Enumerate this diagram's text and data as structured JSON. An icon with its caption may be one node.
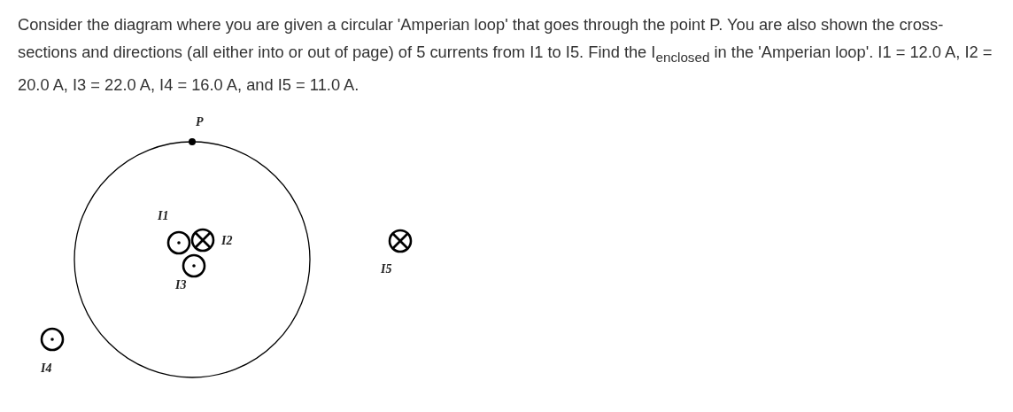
{
  "diagram": {
    "title": "Consider the diagram where you are given a circular 'Amperian loop' that goes through the point P. You are also shown the cross-sections and directions (all either into or out of page) of 5 currents from I1 to I5. Find the I$_{enclosed}$ in the 'Amperian loop'. I1 = 12.0 A, I2 = 20.0 A, I3 = 22.0 A, I4 = 16.0 A, and I5 = 11.0 A.",
    "nodes": [
      {
        "text": [],
        "shape": "circle"
      },
      {
        "text": [],
        "shape": "point",
        "beside": [
          "P"
        ]
      },
      {
        "text": [],
        "shape": "circle-dot",
        "beside": [
          "I1"
        ],
        "in": 0
      },
      {
        "text": [],
        "shape": "circle-cross",
        "beside": [
          "I2"
        ],
        "in": 0
      },
      {
        "text": [],
        "shape": "circle-dot",
        "beside": [
          "I3"
        ],
        "in": 0
      },
      {
        "text": [],
        "shape": "circle-dot",
        "beside": [
          "I4"
        ]
      },
      {
        "text": [],
        "shape": "circle-cross",
        "beside": [
          "I5"
        ]
      }
    ]
  }
}
